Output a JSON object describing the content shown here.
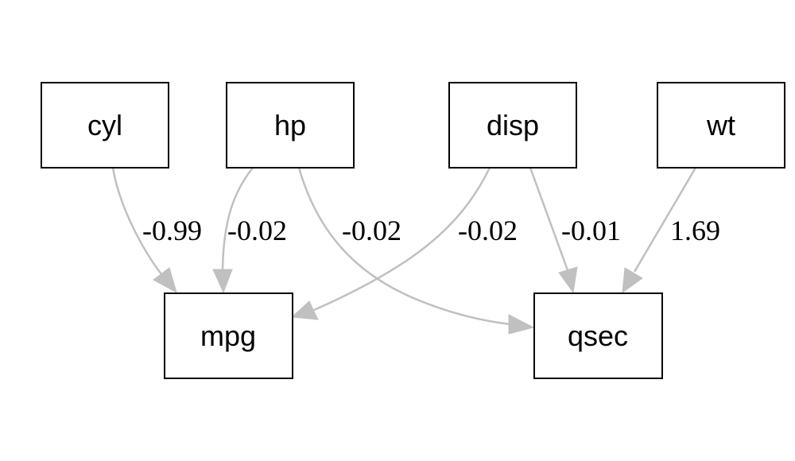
{
  "diagram": {
    "nodes": {
      "cyl": "cyl",
      "hp": "hp",
      "disp": "disp",
      "wt": "wt",
      "mpg": "mpg",
      "qsec": "qsec"
    },
    "edges": [
      {
        "from": "cyl",
        "to": "mpg",
        "label": "-0.99"
      },
      {
        "from": "hp",
        "to": "mpg",
        "label": "-0.02"
      },
      {
        "from": "hp",
        "to": "qsec",
        "label": "-0.02"
      },
      {
        "from": "disp",
        "to": "mpg",
        "label": "-0.02"
      },
      {
        "from": "disp",
        "to": "qsec",
        "label": "-0.01"
      },
      {
        "from": "wt",
        "to": "qsec",
        "label": "1.69"
      }
    ],
    "edge_color": "#c0c0c0",
    "node_border_color": "#000000"
  }
}
